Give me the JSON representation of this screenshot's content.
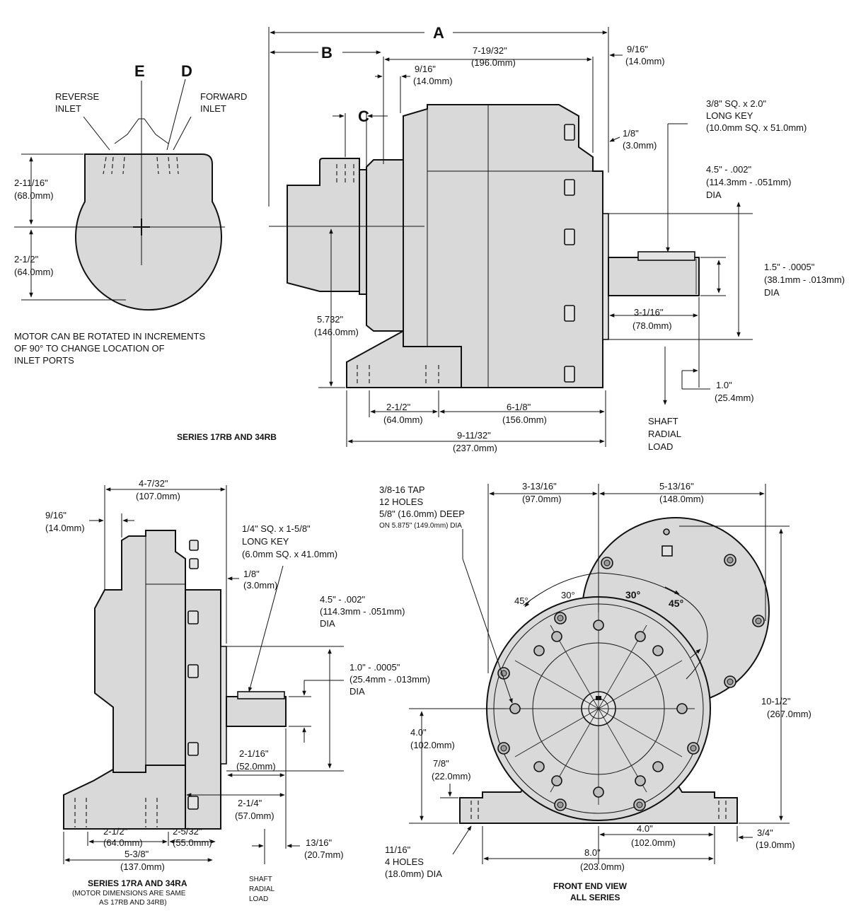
{
  "letters": {
    "A": "A",
    "B": "B",
    "C": "C",
    "D": "D",
    "E": "E"
  },
  "top_left": {
    "reverse_inlet": [
      "REVERSE",
      "INLET"
    ],
    "forward_inlet": [
      "FORWARD",
      "INLET"
    ],
    "upper_dim": [
      "2-11/16\"",
      "(68.0mm)"
    ],
    "lower_dim": [
      "2-1/2\"",
      "(64.0mm)"
    ],
    "note": [
      "MOTOR CAN BE ROTATED IN INCREMENTS",
      "OF 90°  TO CHANGE LOCATION OF",
      "INLET PORTS"
    ]
  },
  "side_rb": {
    "d_7_19_32": [
      "7-19/32\"",
      "(196.0mm)"
    ],
    "d_9_16_right": [
      "9/16\"",
      "(14.0mm)"
    ],
    "d_9_16_mid": [
      "9/16\"",
      "(14.0mm)"
    ],
    "key": [
      "3/8\" SQ. x 2.0\"",
      "LONG KEY",
      "(10.0mm SQ. x 51.0mm)"
    ],
    "d_1_8": [
      "1/8\"",
      "(3.0mm)"
    ],
    "pilot": [
      "4.5\" - .002\"",
      "(114.3mm - .051mm)",
      "DIA"
    ],
    "shaft": [
      "1.5\" - .0005\"",
      "(38.1mm - .013mm)",
      "DIA"
    ],
    "d_3_1_16": [
      "3-1/16\"",
      "(78.0mm)"
    ],
    "d_5_732": [
      "5.732\"",
      "(146.0mm)"
    ],
    "d_1_0": [
      "1.0\"",
      "(25.4mm)"
    ],
    "radial": [
      "SHAFT",
      "RADIAL",
      "LOAD"
    ],
    "d_2_1_2": [
      "2-1/2\"",
      "(64.0mm)"
    ],
    "d_6_1_8": [
      "6-1/8\"",
      "(156.0mm)"
    ],
    "d_9_11_32": [
      "9-11/32\"",
      "(237.0mm)"
    ],
    "series": "SERIES 17RB AND 34RB"
  },
  "side_ra": {
    "d_4_7_32": [
      "4-7/32\"",
      "(107.0mm)"
    ],
    "d_9_16": [
      "9/16\"",
      "(14.0mm)"
    ],
    "key": [
      "1/4\" SQ. x 1-5/8\"",
      "LONG KEY",
      "(6.0mm SQ. x 41.0mm)"
    ],
    "d_1_8": [
      "1/8\"",
      "(3.0mm)"
    ],
    "pilot": [
      "4.5\" - .002\"",
      "(114.3mm - .051mm)",
      "DIA"
    ],
    "shaft": [
      "1.0\" - .0005\"",
      "(25.4mm - .013mm)",
      "DIA"
    ],
    "d_2_1_16": [
      "2-1/16\"",
      "(52.0mm)"
    ],
    "d_2_1_4": [
      "2-1/4\"",
      "(57.0mm)"
    ],
    "d_13_16": [
      "13/16\"",
      "(20.7mm)"
    ],
    "radial": [
      "SHAFT",
      "RADIAL",
      "LOAD"
    ],
    "d_2_1_2": [
      "2-1/2\"",
      "(64.0mm)"
    ],
    "d_2_5_32": [
      "2-5/32\"",
      "(55.0mm)"
    ],
    "d_5_3_8": [
      "5-3/8\"",
      "(137.0mm)"
    ],
    "series": [
      "SERIES 17RA AND 34RA",
      "(MOTOR DIMENSIONS ARE SAME",
      "AS 17RB AND 34RB)"
    ]
  },
  "front": {
    "tap": [
      "3/8-16 TAP",
      "12 HOLES",
      "5/8\" (16.0mm) DEEP",
      "ON 5.875\" (149.0mm) DIA"
    ],
    "d_3_13_16": [
      "3-13/16\"",
      "(97.0mm)"
    ],
    "d_5_13_16": [
      "5-13/16\"",
      "(148.0mm)"
    ],
    "a45_left": "45°",
    "a30_left": "30°",
    "a30_right": "30°",
    "a45_right": "45°",
    "d_10_1_2": [
      "10-1/2\"",
      "(267.0mm)"
    ],
    "d_4_0_v": [
      "4.0\"",
      "(102.0mm)"
    ],
    "d_7_8": [
      "7/8\"",
      "(22.0mm)"
    ],
    "d_4_0_h": [
      "4.0\"",
      "(102.0mm)"
    ],
    "d_3_4": [
      "3/4\"",
      "(19.0mm)"
    ],
    "d_8_0": [
      "8.0\"",
      "(203.0mm)"
    ],
    "holes": [
      "11/16\"",
      "4 HOLES",
      "(18.0mm) DIA"
    ],
    "caption": [
      "FRONT END VIEW",
      "ALL SERIES"
    ]
  }
}
